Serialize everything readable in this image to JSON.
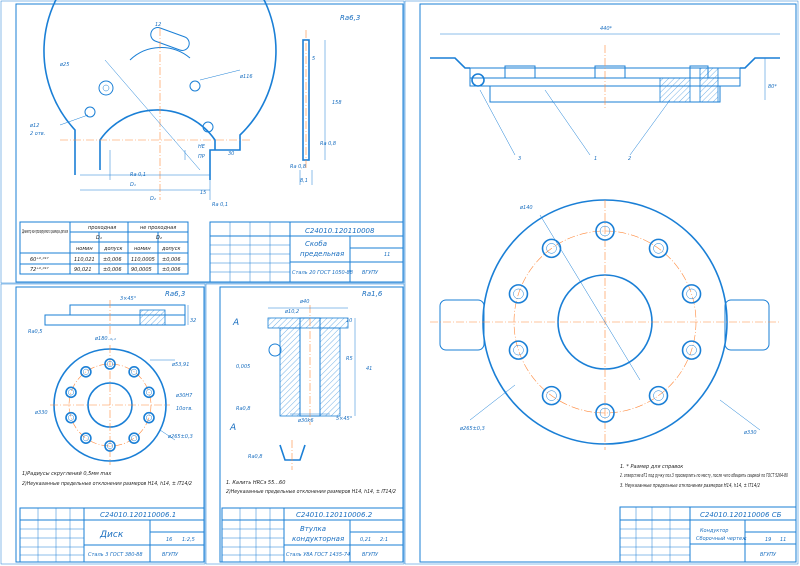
{
  "sheet_top_left": {
    "roughness": "Ra6,3",
    "labels": {
      "d25": "ø25",
      "d12": "ø12",
      "holes2": "2 отв.",
      "d116": "ø116",
      "d12b": "12",
      "d158": "158",
      "d81": "8,1",
      "ra08a": "Ra 0,8",
      "ra08b": "Ra 0,8",
      "ra01a": "Ra 0,1",
      "ra01b": "Ra 0,1",
      "D1": "D₁",
      "D2": "D₂",
      "d15": "15",
      "d30": "30",
      "he": "НЕ",
      "pr": "ПР",
      "d5": "5"
    },
    "table": {
      "h1": "Диаметр контролируемого размера детали",
      "h2": "проходная",
      "h3": "не проходная",
      "h4": "D₁",
      "h5": "D₂",
      "c1": "номин",
      "c2": "допуск",
      "c3": "номин",
      "c4": "допуск",
      "r1": [
        "60⁺⁰·⁰¹⁷",
        "110,021",
        "±0,006",
        "110,0005",
        "±0,006"
      ],
      "r2": [
        "72⁺⁰·⁰¹⁷",
        "90,021",
        "±0,006",
        "90,0005",
        "±0,006"
      ]
    },
    "stamp": {
      "code": "С24010.120110008",
      "name1": "Скоба",
      "name2": "предельная",
      "material": "Сталь 20 ГОСТ 1050-88",
      "org": "ВГУПУ",
      "sheet": "11"
    }
  },
  "sheet_right": {
    "labels": {
      "d440": "440*",
      "d80": "80*",
      "n1": "1",
      "n2": "2",
      "n3": "3",
      "d140": "ø140",
      "d330": "ø330",
      "d265": "ø265±0,3"
    },
    "notes": [
      "1. * Размер для справок",
      "2. отверстие ø71 под ручку поз.3 просверлить по месту, после чего обварить сваркой по ГОСТ 5264-80",
      "3. Неуказанные предельные отклонения размеров Н14, h14, ± IT14/2"
    ],
    "stamp": {
      "code": "С24010.120110006 СБ",
      "name1": "Кондуктор",
      "name2": "Сборочный чертеж",
      "org": "ВГУПУ",
      "n1": "19",
      "n2": "11"
    }
  },
  "sheet_bottom_left": {
    "roughness": "Ra6,3",
    "labels": {
      "ra05": "Ra0,5",
      "d180": "ø180₋₀,₁",
      "d53": "ø53,91",
      "d30h7": "ø30Н7",
      "holes10": "10отв.",
      "d330": "ø330",
      "d265": "ø265±0,3",
      "d3x45": "3×45°",
      "d32": "32"
    },
    "notes": [
      "1)Радиусы скруглений 0,5мм max",
      "2)Неуказанные предельные отклонения размеров Н14, h14, ± IT14/2"
    ],
    "stamp": {
      "code": "С24010.120110006.1",
      "name": "Диск",
      "material": "Сталь 3 ГОСТ 380-88",
      "org": "ВГУПУ",
      "n1": "16",
      "n2": "1:2,5"
    }
  },
  "sheet_bottom_mid": {
    "roughness": "Ra1,6",
    "labels": {
      "d40": "ø40",
      "d10": "ø10,2",
      "aA1": "А",
      "aA2": "А",
      "tol": "0,005",
      "ra008": "Ra0,8",
      "ra05b": "Ra0,8",
      "d30k6": "ø30k6",
      "d41": "41",
      "r5": "R5",
      "d10b": "10",
      "ch": "5×45°"
    },
    "notes": [
      "1. Калить HRCэ 55...60",
      "2)Неуказанные предельные отклонения размеров Н14, h14, ± IT14/2"
    ],
    "stamp": {
      "code": "С24010.120110006.2",
      "name1": "Втулка",
      "name2": "кондукторная",
      "material": "Сталь У8А ГОСТ 1435-74",
      "org": "ВГУПУ",
      "n1": "0,21",
      "n2": "2:1"
    }
  }
}
